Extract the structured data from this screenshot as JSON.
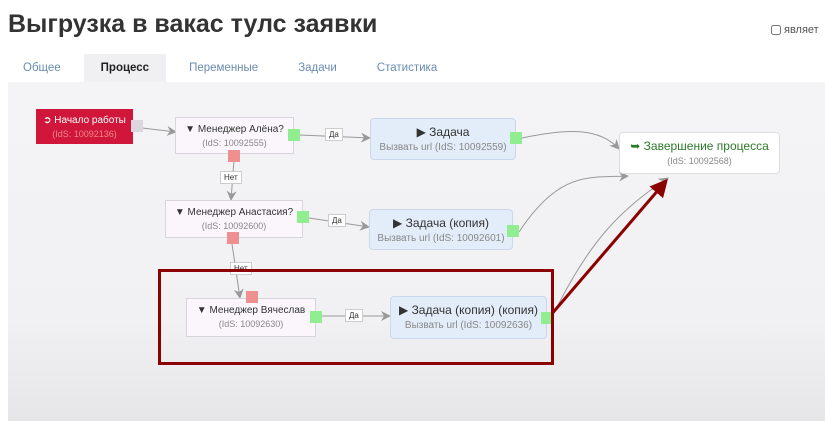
{
  "header": {
    "title": "Выгрузка в вакас тулс заявки",
    "checkbox_label": "являет"
  },
  "tabs": [
    {
      "label": "Общее"
    },
    {
      "label": "Процесс"
    },
    {
      "label": "Переменные"
    },
    {
      "label": "Задачи"
    },
    {
      "label": "Статистика"
    }
  ],
  "nodes": {
    "start": {
      "title": "Начало работы",
      "id": "(IdS: 10092136)"
    },
    "alena": {
      "title": "Менеджер Алёна?",
      "id": "(IdS: 10092555)"
    },
    "task1": {
      "title": "Задача",
      "sub": "Вызвать url (IdS: 10092559)"
    },
    "end": {
      "title": "Завершение процесса",
      "id": "(IdS: 10092568)"
    },
    "anastasia": {
      "title": "Менеджер Анастасия?",
      "id": "(IdS: 10092600)"
    },
    "task2": {
      "title": "Задача (копия)",
      "sub": "Вызвать url (IdS: 10092601)"
    },
    "vyacheslav": {
      "title": "Менеджер Вячеслав",
      "id": "(IdS: 10092630)"
    },
    "task3": {
      "title": "Задача (копия) (копия)",
      "sub": "Вызвать url (IdS: 10092636)"
    }
  },
  "edge_labels": {
    "yes": "Да",
    "no": "Нет"
  },
  "colors": {
    "start": "#d0163a",
    "highlight": "#8b0000",
    "port_ok": "#90ee90",
    "port_no": "#ee9090"
  }
}
